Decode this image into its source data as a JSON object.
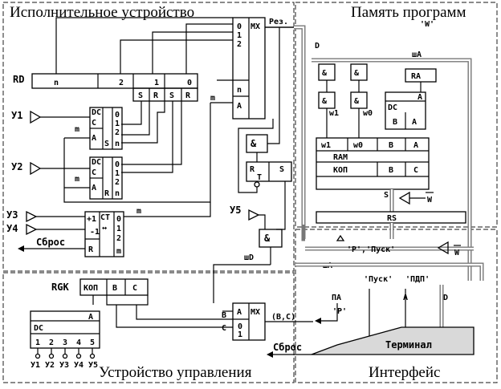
{
  "regions": {
    "executive": "Исполнительное устройство",
    "memory": "Память программ",
    "control": "Устройство управления",
    "interface": "Интерфейс"
  },
  "signals": {
    "rd": "RD",
    "rd_n": "n",
    "rd_2": "2",
    "rd_1": "1",
    "rd_0": "0",
    "y1": "У1",
    "y2": "У2",
    "y3": "У3",
    "y4": "У4",
    "y5": "У5",
    "reset": "Сброс",
    "reset2": "Сброс",
    "res": "Рез.",
    "w_quote": "'W'",
    "d": "D",
    "d2": "D",
    "shA": "шА",
    "shA2": "шА",
    "shD": "шD",
    "w_bar": "W",
    "w_bar2": "W",
    "p_pusk": "'P','Пуск'",
    "pusk": "'Пуск'",
    "pdp": "'ПДП'",
    "pa": "ПА",
    "p_quote": "'P'",
    "a": "A",
    "bc": "(B,C)",
    "rgk": "RGK",
    "terminal": "Терминал"
  },
  "blocks": {
    "mx1": {
      "label": "MX",
      "in0": "0",
      "in1": "1",
      "in2": "2",
      "inn": "n",
      "sel_n": "n",
      "sel_a": "A"
    },
    "s": "S",
    "r": "R",
    "dc1": {
      "label": "DC",
      "c": "C",
      "a": "A",
      "o0": "0",
      "o1": "1",
      "o2": "2",
      "on": "n",
      "s": "S",
      "m": "m"
    },
    "dc2": {
      "label": "DC",
      "c": "C",
      "a": "A",
      "o0": "0",
      "o1": "1",
      "o2": "2",
      "on": "n",
      "r": "R",
      "m": "m"
    },
    "ct": {
      "label": "CT",
      "inc": "+1",
      "dec": "-1",
      "r": "R",
      "arrow": "↔",
      "o0": "0",
      "o1": "1",
      "o2": "2",
      "om": "m",
      "m": "m"
    },
    "and": "&",
    "trigger": {
      "r": "R",
      "s": "S",
      "t": "T"
    },
    "ram": {
      "label": "RAM",
      "w1": "w1",
      "w0": "w0",
      "b": "B",
      "a": "A",
      "kop": "КОП",
      "c": "C",
      "dc": "DC",
      "ra": "RA"
    },
    "rs": {
      "label": "RS",
      "s": "S"
    },
    "rgk": {
      "kop": "КОП",
      "b": "B",
      "c": "C"
    },
    "dc3": {
      "label": "DC",
      "a": "A",
      "outs": [
        "1",
        "2",
        "3",
        "4",
        "5"
      ],
      "ys": [
        "У1",
        "У2",
        "У3",
        "У4",
        "У5"
      ]
    },
    "mx2": {
      "label": "MX",
      "a": "A",
      "b": "B",
      "c": "C",
      "o0": "0",
      "o1": "1"
    }
  }
}
